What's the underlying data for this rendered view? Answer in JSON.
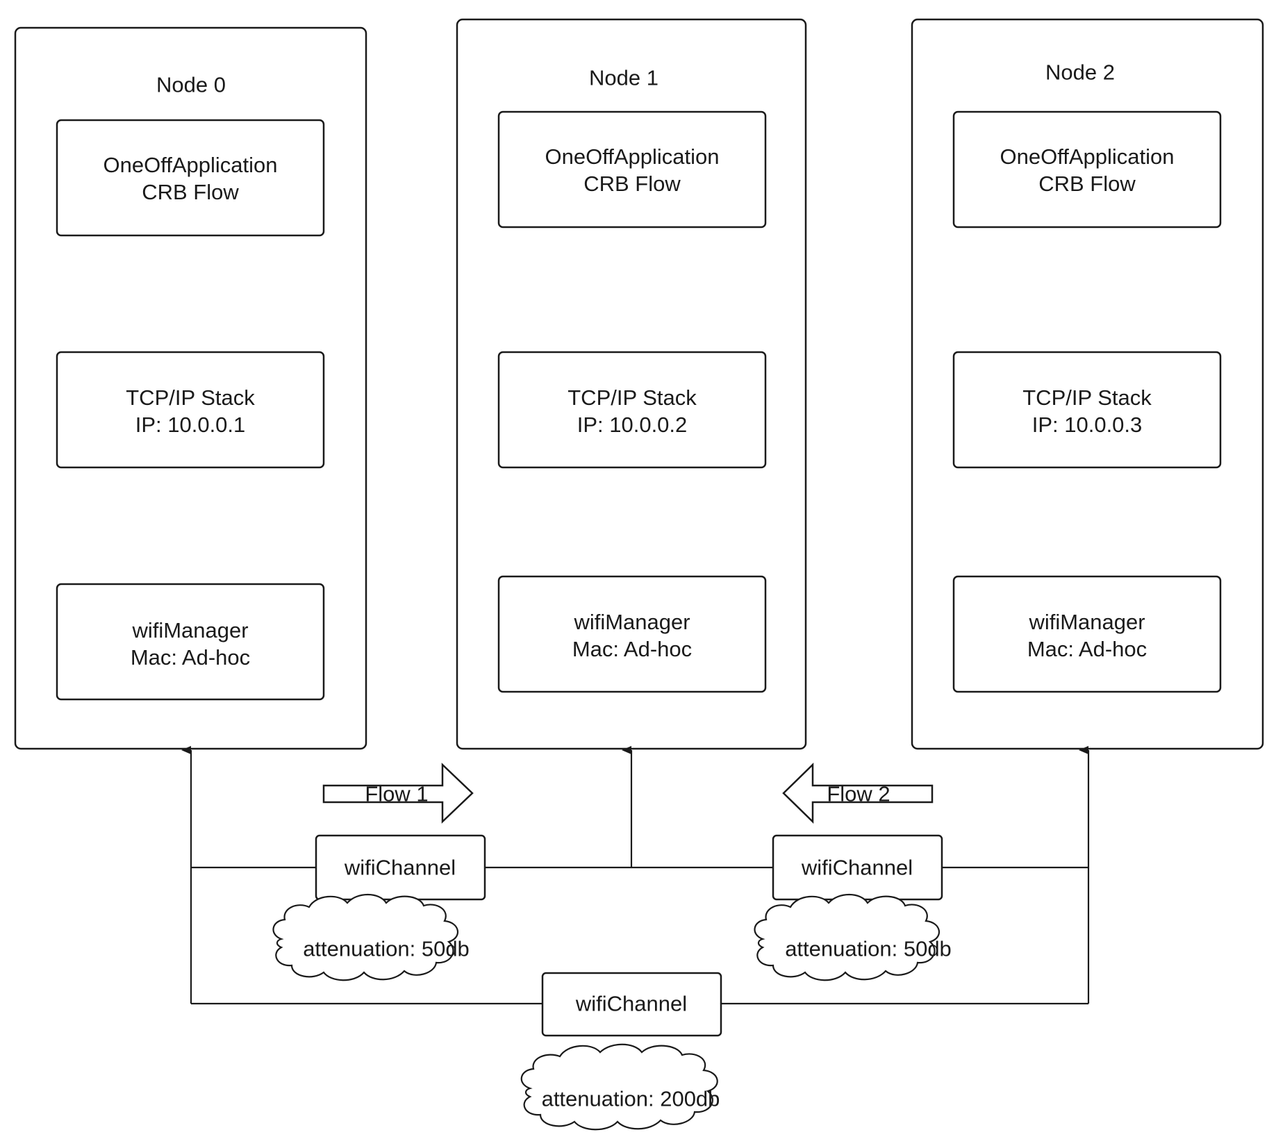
{
  "nodes": [
    {
      "name": "Node 0",
      "app": {
        "line1": "OneOffApplication",
        "line2": "CRB Flow"
      },
      "stack": {
        "line1": "TCP/IP Stack",
        "line2": "IP: 10.0.0.1"
      },
      "mac": {
        "line1": "wifiManager",
        "line2": "Mac: Ad-hoc"
      }
    },
    {
      "name": "Node 1",
      "app": {
        "line1": "OneOffApplication",
        "line2": "CRB Flow"
      },
      "stack": {
        "line1": "TCP/IP Stack",
        "line2": "IP: 10.0.0.2"
      },
      "mac": {
        "line1": "wifiManager",
        "line2": "Mac: Ad-hoc"
      }
    },
    {
      "name": "Node 2",
      "app": {
        "line1": "OneOffApplication",
        "line2": "CRB Flow"
      },
      "stack": {
        "line1": "TCP/IP Stack",
        "line2": "IP: 10.0.0.3"
      },
      "mac": {
        "line1": "wifiManager",
        "line2": "Mac: Ad-hoc"
      }
    }
  ],
  "flows": [
    {
      "label": "Flow 1",
      "direction": "right"
    },
    {
      "label": "Flow 2",
      "direction": "left"
    }
  ],
  "channels": [
    {
      "label": "wifiChannel",
      "attenuation": "attenuation: 50db"
    },
    {
      "label": "wifiChannel",
      "attenuation": "attenuation: 50db"
    },
    {
      "label": "wifiChannel",
      "attenuation": "attenuation: 200db"
    }
  ]
}
